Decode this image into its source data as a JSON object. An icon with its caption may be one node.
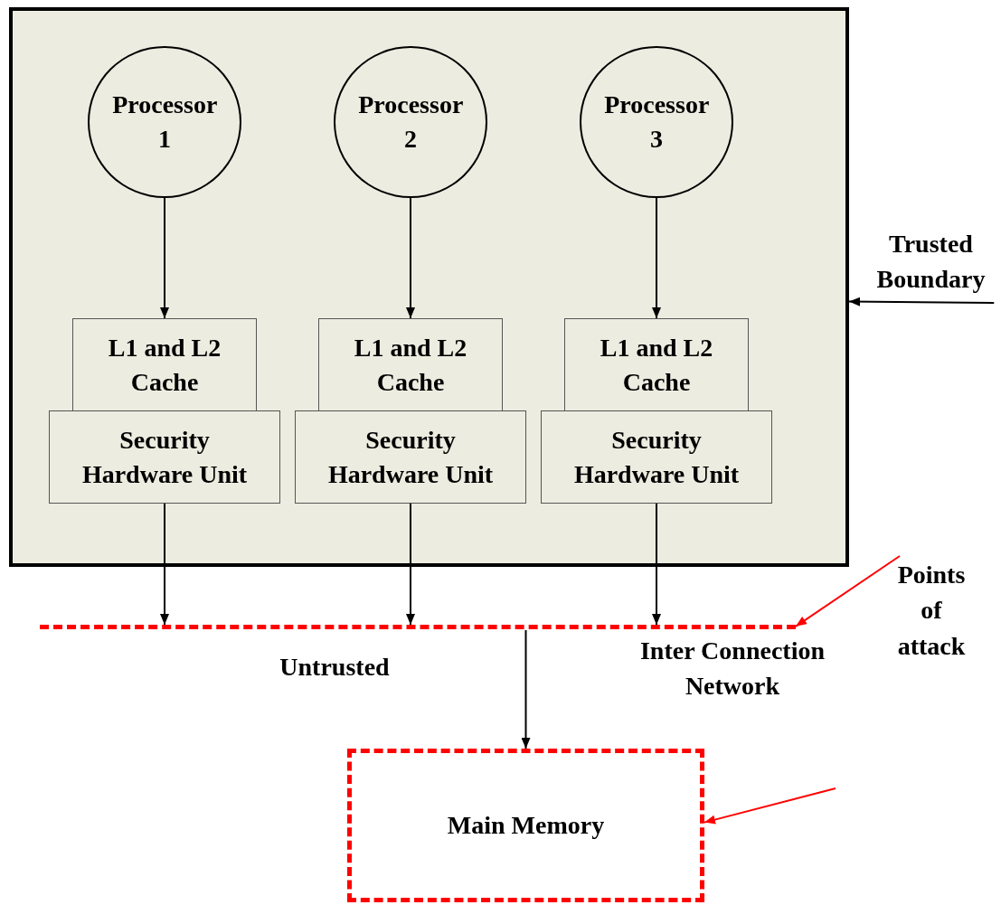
{
  "diagram": {
    "nodes": [
      {
        "text": [],
        "shape": "box"
      },
      {
        "text": [
          "Processor 1"
        ],
        "in": 0
      },
      {
        "text": [
          "Processor 2"
        ],
        "in": 0
      },
      {
        "text": [
          "Processor 3"
        ],
        "in": 0
      },
      {
        "text": [
          "L1 and L2 Cache"
        ],
        "in": 0
      },
      {
        "text": [
          "L1 and L2 Cache"
        ],
        "in": 0
      },
      {
        "text": [
          "L1 and L2 Cache"
        ],
        "in": 0
      },
      {
        "text": [
          "Security Hardware Unit"
        ],
        "in": 0
      },
      {
        "text": [
          "Security Hardware Unit"
        ],
        "in": 0
      },
      {
        "text": [
          "Security Hardware Unit"
        ],
        "in": 0
      },
      {
        "text": [],
        "shape": "bar",
        "beside": [
          "Untrusted",
          "Inter Connection Network"
        ]
      },
      {
        "text": [
          "Main Memory"
        ]
      },
      {
        "text": [
          "Trusted Boundary"
        ]
      },
      {
        "text": [
          "Points of attack"
        ]
      }
    ],
    "edges": [
      {
        "from": 1,
        "to": 4,
        "arrow": "to"
      },
      {
        "from": 2,
        "to": 5,
        "arrow": "to"
      },
      {
        "from": 3,
        "to": 6,
        "arrow": "to"
      },
      {
        "from": 7,
        "to": 10,
        "arrow": "to"
      },
      {
        "from": 8,
        "to": 10,
        "arrow": "to"
      },
      {
        "from": 9,
        "to": 10,
        "arrow": "to"
      },
      {
        "from": 10,
        "to": 11,
        "arrow": "to"
      },
      {
        "from": 12,
        "to": 0,
        "arrow": "to"
      },
      {
        "from": 13,
        "to": 10,
        "arrow": "to",
        "color": "#ff0000"
      },
      {
        "from": null,
        "to": 11,
        "arrow": "to",
        "color": "#ff0000"
      }
    ]
  }
}
